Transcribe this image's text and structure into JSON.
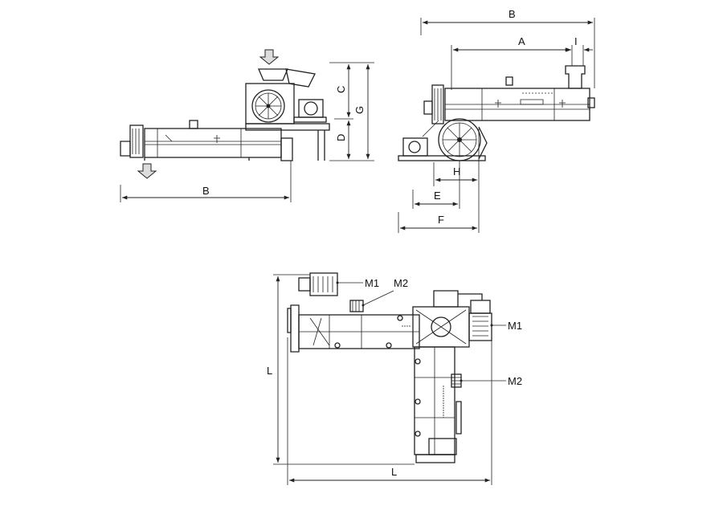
{
  "labels": {
    "side_b": "B",
    "side_c": "C",
    "side_d": "D",
    "side_g": "G",
    "end_b": "B",
    "end_a": "A",
    "end_i": "I",
    "end_h": "H",
    "end_e": "E",
    "end_f": "F",
    "plan_l_vertical": "L",
    "plan_l_horizontal": "L",
    "plan_m1_top": "M1",
    "plan_m2_top": "M2",
    "plan_m1_right": "M1",
    "plan_m2_right": "M2"
  }
}
